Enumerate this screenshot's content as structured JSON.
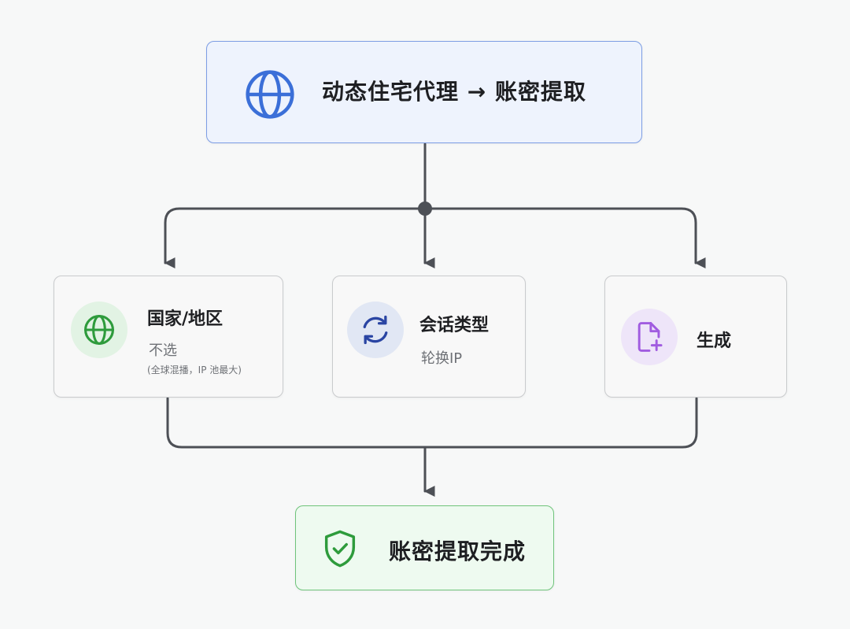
{
  "colors": {
    "connector": "#4d5056",
    "top_accent": "#3b6fd8",
    "green_accent": "#2e9b3c",
    "blue_accent": "#2a45a3",
    "purple_accent": "#a15ce0"
  },
  "start": {
    "title": "动态住宅代理 → 账密提取",
    "icon": "globe-icon"
  },
  "steps": [
    {
      "title": "国家/地区",
      "value": "不选",
      "note": "(全球混播，IP 池最大)",
      "icon": "globe-icon"
    },
    {
      "title": "会话类型",
      "value": "轮换IP",
      "icon": "refresh-icon"
    },
    {
      "title": "生成",
      "icon": "file-plus-icon"
    }
  ],
  "end": {
    "title": "账密提取完成",
    "icon": "shield-check-icon"
  }
}
